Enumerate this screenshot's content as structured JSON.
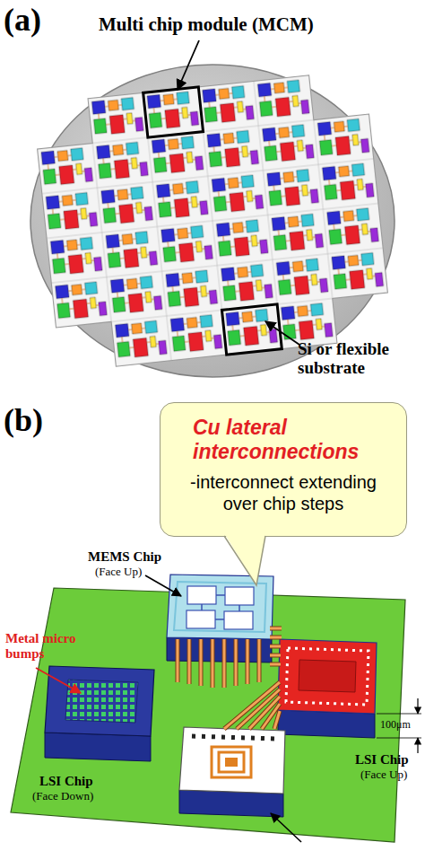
{
  "diagram": {
    "nodes": [
      {
        "text": [
          "Cu lateral interconnections",
          "-interconnect extending over chip steps"
        ]
      }
    ],
    "labels": [
      "(a)",
      "Multi chip module (MCM)",
      "Si or flexible substrate",
      "(b)",
      "MEMS Chip",
      "(Face Up)",
      "Metal micro bumps",
      "LSI Chip",
      "(Face Down)",
      "100μm",
      "LSI Chip",
      "(Face Up)"
    ]
  }
}
